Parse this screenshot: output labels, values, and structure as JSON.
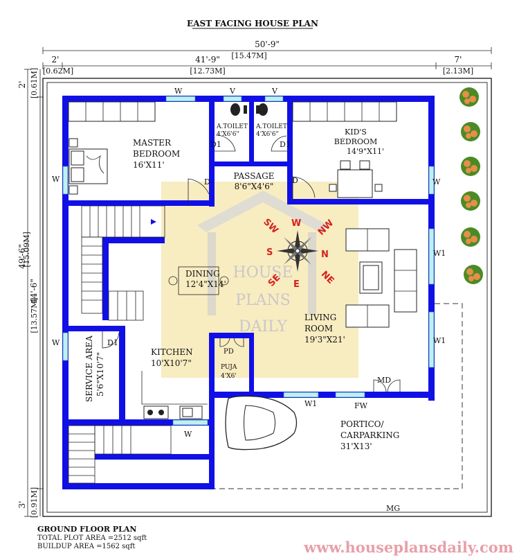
{
  "title": "EAST FACING HOUSE PLAN",
  "dimensions": {
    "overall_width_ft": "50'-9\"",
    "overall_width_m": "[15.47M]",
    "left_margin_ft": "2'",
    "left_margin_m": "[0.62M]",
    "built_width_ft": "41'-9\"",
    "built_width_m": "[12.73M]",
    "right_margin_ft": "7'",
    "right_margin_m": "[2.13M]",
    "top_margin_ft": "2'",
    "top_margin_m": "[0.61M]",
    "overall_depth_ft": "49'-6\"",
    "overall_depth_m": "[15.09M]",
    "built_depth_ft": "44'-6\"",
    "built_depth_m": "[13.57M]",
    "bottom_margin_ft": "3'",
    "bottom_margin_m": "[0.91M]"
  },
  "rooms": {
    "master_bedroom": {
      "name_1": "MASTER",
      "name_2": "BEDROOM",
      "size": "16'X11'"
    },
    "toilet_left": {
      "name": "A.TOILET",
      "size": "4'X6'6\""
    },
    "toilet_right": {
      "name": "A.TOILET",
      "size": "4'X6'6\""
    },
    "kids_bedroom": {
      "name_1": "KID'S",
      "name_2": "BEDROOM",
      "size": "14'9\"X11'"
    },
    "passage": {
      "name": "PASSAGE",
      "size": "8'6\"X4'6\""
    },
    "dining": {
      "name": "DINING",
      "size": "12'4\"X14'"
    },
    "living": {
      "name_1": "LIVING",
      "name_2": "ROOM",
      "size": "19'3\"X21'"
    },
    "kitchen": {
      "name": "KITCHEN",
      "size": "10'X10'7\""
    },
    "service": {
      "name": "SERVICE AREA",
      "size": "5'6\"X10'7\""
    },
    "puja": {
      "name": "PUJA",
      "size": "4'X6'"
    },
    "portico": {
      "name_1": "PORTICO/",
      "name_2": "CARPARKING",
      "size": "31'X13'"
    }
  },
  "openings": {
    "window": "W",
    "window_1": "W1",
    "ventilator": "V",
    "door": "D",
    "door_1": "D1",
    "puja_door": "PD",
    "main_door": "MD",
    "french_window": "FW",
    "main_gate": "MG"
  },
  "compass": {
    "sw": "SW",
    "w": "W",
    "nw": "NW",
    "s": "S",
    "n": "N",
    "se": "SE",
    "e": "E",
    "ne": "NE"
  },
  "watermark": {
    "line_1": "HOUSE",
    "line_2": "PLANS",
    "line_3": "DAILY"
  },
  "footer": {
    "plan_title": "GROUND FLOOR PLAN",
    "plot_area": "TOTAL PLOT AREA =2512 sqft",
    "buildup_area": "BUILDUP AREA =1562 sqft",
    "website": "www.houseplansdaily.com"
  },
  "colors": {
    "wall": "#1010e6",
    "window": "#bfeff0",
    "compass_red": "#d4221c",
    "watermark": "#f7e9b6",
    "website": "#e8a0a8"
  }
}
